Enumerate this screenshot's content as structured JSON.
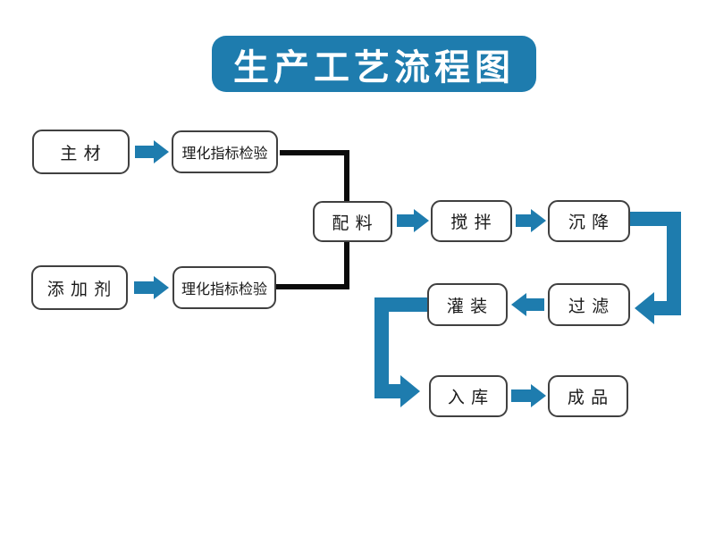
{
  "title": "生产工艺流程图",
  "colors": {
    "accent_blue": "#1e7cae",
    "connector_black": "#0b0b0b",
    "box_border": "#404040",
    "background": "#ffffff"
  },
  "diagram": {
    "type": "flowchart",
    "nodes": [
      {
        "id": "main-material",
        "label": "主 材"
      },
      {
        "id": "inspection-top",
        "label": "理化指标检验"
      },
      {
        "id": "additive",
        "label": "添 加 剂"
      },
      {
        "id": "inspection-bottom",
        "label": "理化指标检验"
      },
      {
        "id": "batching",
        "label": "配 料"
      },
      {
        "id": "stirring",
        "label": "搅 拌"
      },
      {
        "id": "settling",
        "label": "沉 降"
      },
      {
        "id": "filtration",
        "label": "过 滤"
      },
      {
        "id": "filling",
        "label": "灌 装"
      },
      {
        "id": "warehousing",
        "label": "入 库"
      },
      {
        "id": "finished-product",
        "label": "成 品"
      }
    ],
    "edges": [
      {
        "from": "main-material",
        "to": "inspection-top",
        "style": "blue-arrow"
      },
      {
        "from": "additive",
        "to": "inspection-bottom",
        "style": "blue-arrow"
      },
      {
        "from": "inspection-top",
        "to": "batching",
        "style": "black-elbow-line"
      },
      {
        "from": "inspection-bottom",
        "to": "batching",
        "style": "black-elbow-line"
      },
      {
        "from": "batching",
        "to": "stirring",
        "style": "blue-arrow"
      },
      {
        "from": "stirring",
        "to": "settling",
        "style": "blue-arrow"
      },
      {
        "from": "settling",
        "to": "filtration",
        "style": "blue-elbow-arrow"
      },
      {
        "from": "filtration",
        "to": "filling",
        "style": "blue-arrow"
      },
      {
        "from": "filling",
        "to": "warehousing",
        "style": "blue-elbow-arrow"
      },
      {
        "from": "warehousing",
        "to": "finished-product",
        "style": "blue-arrow"
      }
    ]
  }
}
